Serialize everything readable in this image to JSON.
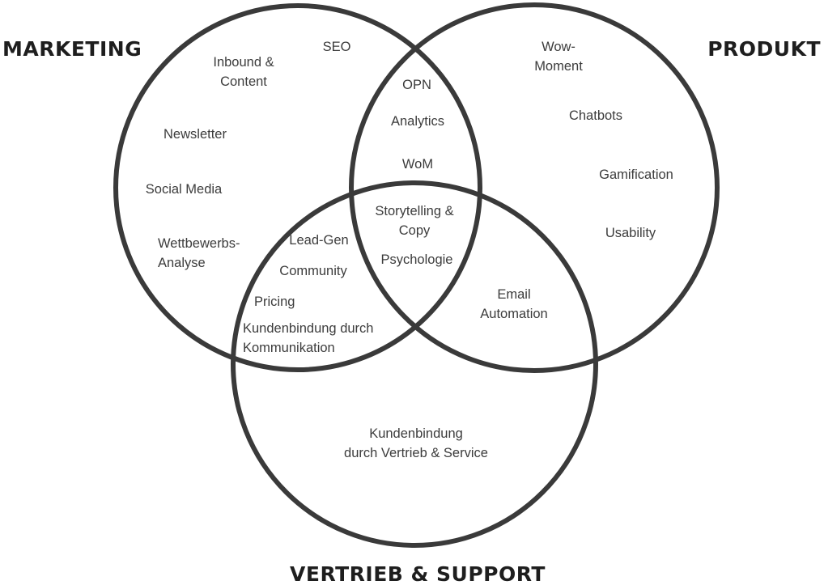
{
  "diagram": {
    "type": "venn",
    "sets": [
      {
        "id": "marketing",
        "title": "MARKETING"
      },
      {
        "id": "produkt",
        "title": "PRODUKT"
      },
      {
        "id": "vertrieb",
        "title": "VERTRIEB & SUPPORT"
      }
    ],
    "regions": {
      "marketing_only": [
        {
          "lines": [
            "SEO"
          ]
        },
        {
          "lines": [
            "Inbound &",
            "Content"
          ]
        },
        {
          "lines": [
            "Newsletter"
          ]
        },
        {
          "lines": [
            "Social Media"
          ]
        },
        {
          "lines": [
            "Wettbewerbs-",
            "Analyse"
          ]
        }
      ],
      "produkt_only": [
        {
          "lines": [
            "Wow-",
            "Moment"
          ]
        },
        {
          "lines": [
            "Chatbots"
          ]
        },
        {
          "lines": [
            "Gamification"
          ]
        },
        {
          "lines": [
            "Usability"
          ]
        }
      ],
      "vertrieb_only": [
        {
          "lines": [
            "Kundenbindung",
            "durch Vertrieb & Service"
          ]
        }
      ],
      "marketing_produkt": [
        {
          "lines": [
            "OPN"
          ]
        },
        {
          "lines": [
            "Analytics"
          ]
        },
        {
          "lines": [
            "WoM"
          ]
        }
      ],
      "marketing_vertrieb": [
        {
          "lines": [
            "Lead-Gen"
          ]
        },
        {
          "lines": [
            "Community"
          ]
        },
        {
          "lines": [
            "Pricing"
          ]
        },
        {
          "lines": [
            "Kundenbindung durch",
            "Kommunikation"
          ]
        }
      ],
      "produkt_vertrieb": [
        {
          "lines": [
            "Email",
            "Automation"
          ]
        }
      ],
      "all_three": [
        {
          "lines": [
            "Storytelling &",
            "Copy"
          ]
        },
        {
          "lines": [
            "Psychologie"
          ]
        }
      ]
    }
  }
}
